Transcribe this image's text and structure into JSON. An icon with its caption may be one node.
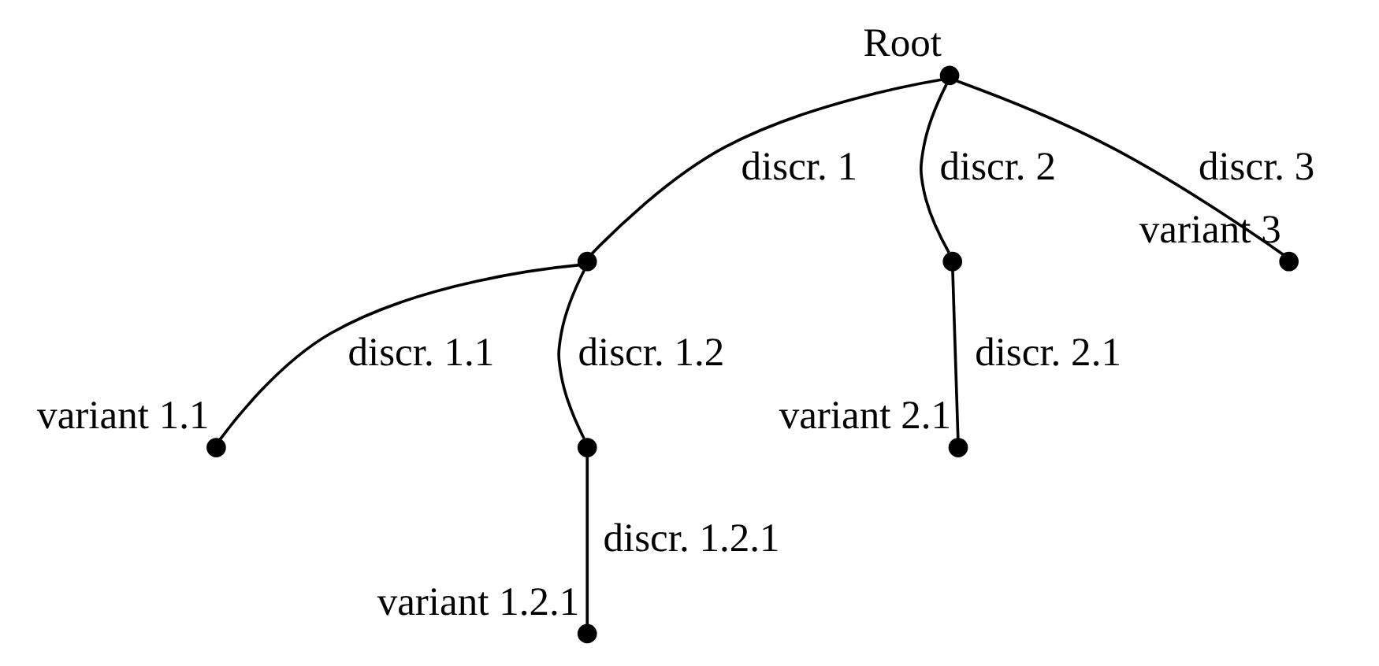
{
  "diagram": {
    "nodes": [
      {
        "text": [],
        "shape": "circle",
        "beside": [
          "Root"
        ]
      },
      {
        "text": [],
        "shape": "circle"
      },
      {
        "text": [],
        "shape": "circle",
        "beside": [
          "variant 1.1"
        ]
      },
      {
        "text": [],
        "shape": "circle"
      },
      {
        "text": [],
        "shape": "circle",
        "beside": [
          "variant 1.2.1"
        ]
      },
      {
        "text": [],
        "shape": "circle"
      },
      {
        "text": [],
        "shape": "circle",
        "beside": [
          "variant 2.1"
        ]
      },
      {
        "text": [],
        "shape": "circle",
        "beside": [
          "variant 3"
        ]
      }
    ],
    "edges": [
      {
        "from": 0,
        "to": 1,
        "arrow": "none",
        "label": "discr. 1"
      },
      {
        "from": 1,
        "to": 2,
        "arrow": "none",
        "label": "discr. 1.1"
      },
      {
        "from": 1,
        "to": 3,
        "arrow": "none",
        "label": "discr. 1.2"
      },
      {
        "from": 3,
        "to": 4,
        "arrow": "none",
        "label": "discr. 1.2.1"
      },
      {
        "from": 0,
        "to": 5,
        "arrow": "none",
        "label": "discr. 2"
      },
      {
        "from": 5,
        "to": 6,
        "arrow": "none",
        "label": "discr. 2.1"
      },
      {
        "from": 0,
        "to": 7,
        "arrow": "none",
        "label": "discr. 3"
      }
    ]
  }
}
